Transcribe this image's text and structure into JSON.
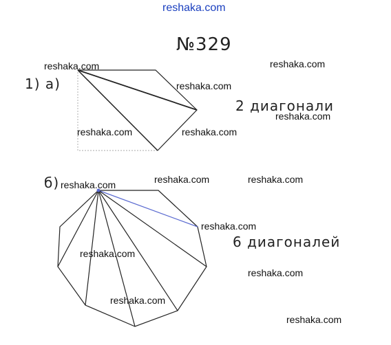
{
  "site_header": "reshaka.com",
  "problem_number": "№329",
  "part1_label": "1) а)",
  "part1_result": "2 диагонали",
  "part2_label": "б)",
  "part2_result": "6 диагоналей",
  "watermarks": [
    "reshaka.com",
    "reshaka.com",
    "reshaka.com",
    "reshaka.com",
    "reshaka.com",
    "reshaka.com",
    "reshaka.com",
    "reshaka.com",
    "reshaka.com",
    "reshaka.com",
    "reshaka.com",
    "reshaka.com",
    "reshaka.com",
    "reshaka.com"
  ],
  "colors": {
    "header": "#1a3fbf",
    "ink": "#222222",
    "diagonal_accent": "#5a6ad0"
  }
}
